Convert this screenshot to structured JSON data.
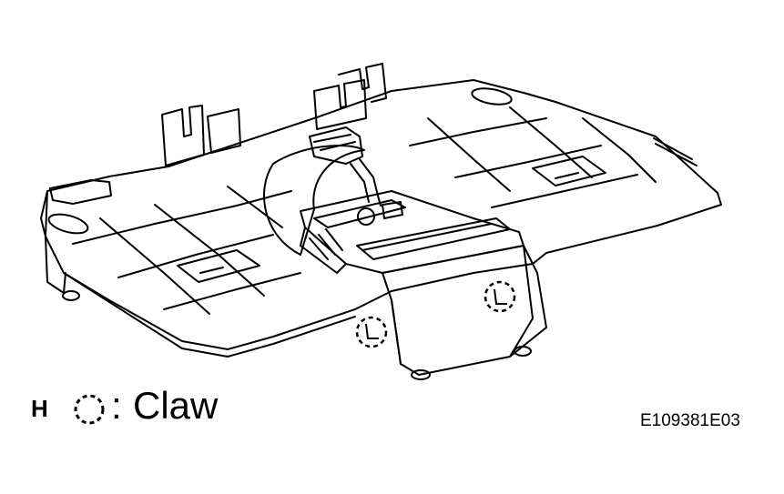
{
  "legend": {
    "letter": "H",
    "colon": ":",
    "label": "Claw",
    "icon": "dashed-circle-icon"
  },
  "figure_code": "E109381E03",
  "colors": {
    "line": "#000000",
    "background": "#ffffff"
  }
}
